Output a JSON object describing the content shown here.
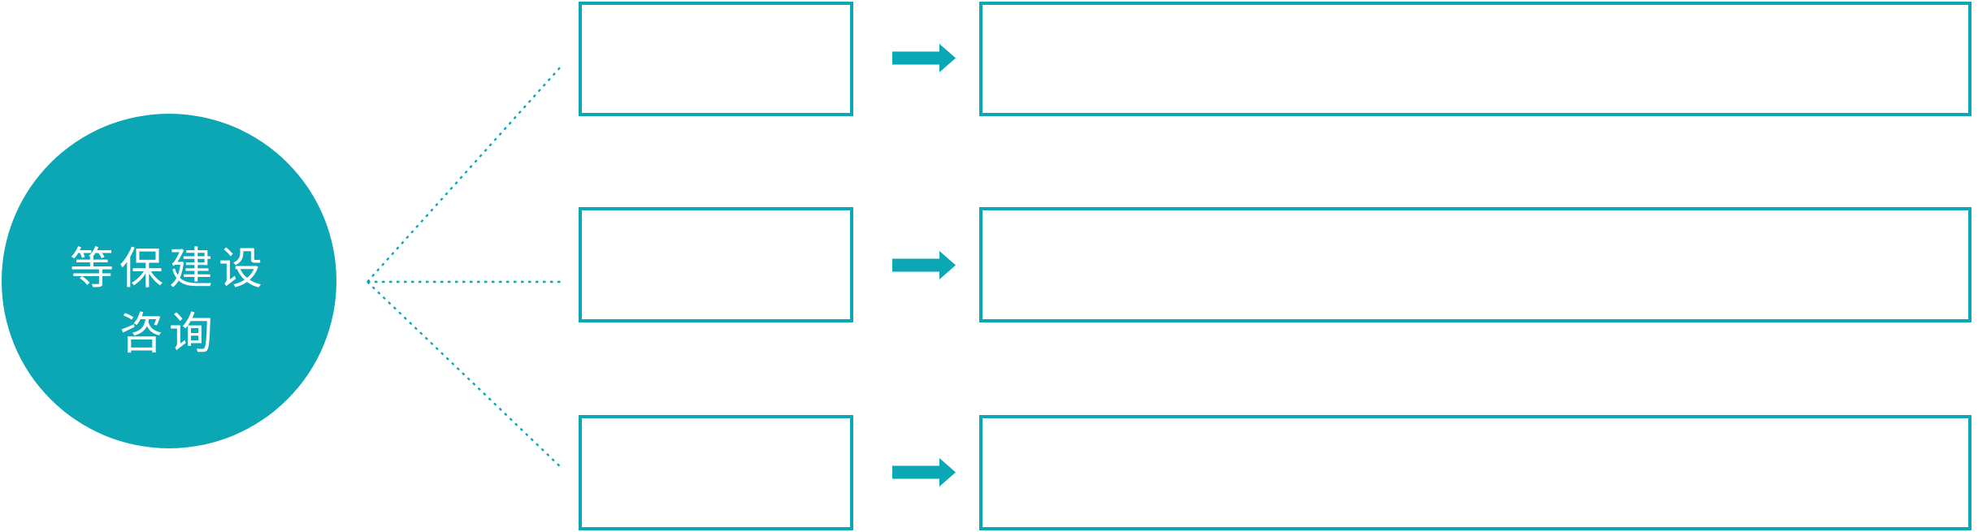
{
  "colors": {
    "accent": "#0BA7B5",
    "shape_fill": "#FFFFFF",
    "hub_text": "#FFFFFF",
    "background": "#FFFFFF"
  },
  "hub": {
    "label_line1": "等保建设",
    "label_line2": "咨询"
  },
  "rows": [
    {
      "step_label": "",
      "detail_label": ""
    },
    {
      "step_label": "",
      "detail_label": ""
    },
    {
      "step_label": "",
      "detail_label": ""
    }
  ],
  "icons": {
    "arrow_right": "block-arrow-right",
    "connector_style": "dotted-line"
  }
}
